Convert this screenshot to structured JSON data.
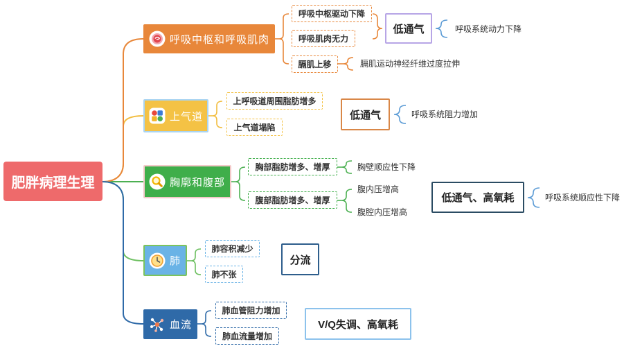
{
  "root": {
    "label": "肥胖病理生理",
    "color": "#ee6a6b"
  },
  "brace_color": "#5b9bd5",
  "branches": [
    {
      "label": "呼吸中枢和呼吸肌肉",
      "icon": "target-icon",
      "color": "#e8873a",
      "line_color": "#e8873a",
      "items": [
        {
          "label": "呼吸中枢驱动下降"
        },
        {
          "label": "呼吸肌肉无力"
        },
        {
          "label": "膈肌上移",
          "notes": [
            "膈肌运动神经纤维过度拉伸"
          ]
        }
      ],
      "outcome": "低通气",
      "outcome_color": "#b7a5e6",
      "mechanism": "呼吸系统动力下降"
    },
    {
      "label": "上气道",
      "icon": "grid-icon",
      "color": "#f4c245",
      "line_color": "#f2bd3f",
      "items": [
        {
          "label": "上呼吸道周围脂肪增多"
        },
        {
          "label": "上气道塌陷"
        }
      ],
      "outcome": "低通气",
      "outcome_color": "#d98747",
      "mechanism": "呼吸系统阻力增加"
    },
    {
      "label": "胸廓和腹部",
      "icon": "magnifier-icon",
      "color": "#3fae4a",
      "line_color": "#4cb052",
      "items": [
        {
          "label": "胸部脂肪增多、增厚",
          "notes": [
            "胸壁顺应性下降"
          ]
        },
        {
          "label": "腹部脂肪增多、增厚",
          "notes": [
            "腹内压增高",
            "腹腔内压增高"
          ]
        }
      ],
      "outcome": "低通气、高氧耗",
      "outcome_color": "#2b4c63",
      "mechanism": "呼吸系统顺应性下降"
    },
    {
      "label": "肺",
      "icon": "clock-icon",
      "color": "#6ab3e6",
      "line_color": "#6cbf5f",
      "items": [
        {
          "label": "肺容积减少"
        },
        {
          "label": "肺不张"
        }
      ],
      "outcome": "分流",
      "outcome_color": "#2e5e8c"
    },
    {
      "label": "血流",
      "icon": "network-icon",
      "color": "#2f6aa8",
      "line_color": "#2f6aa8",
      "items": [
        {
          "label": "肺血管阻力增加"
        },
        {
          "label": "肺血流量增加"
        }
      ],
      "outcome": "V/Q失调、高氧耗",
      "outcome_color": "#8cc2ec"
    }
  ]
}
